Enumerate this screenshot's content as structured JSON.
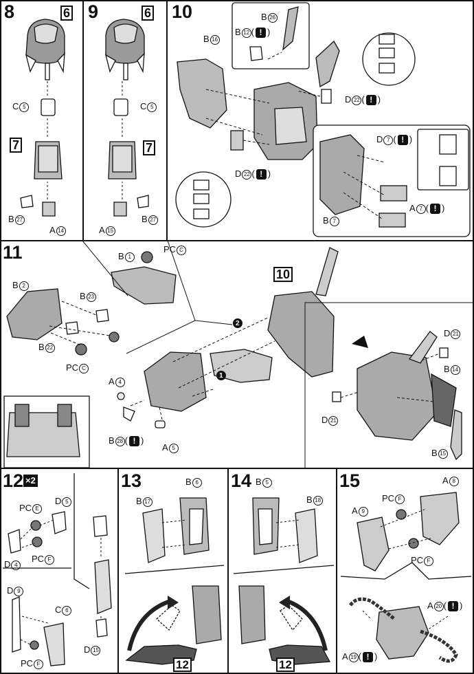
{
  "steps": {
    "s8": {
      "number": "8",
      "part6": "6",
      "part7": "7",
      "c5": "C",
      "c5n": "5",
      "b27": "B",
      "b27n": "27",
      "a14": "A",
      "a14n": "14"
    },
    "s9": {
      "number": "9",
      "part6": "6",
      "part7": "7",
      "c5": "C",
      "c5n": "5",
      "b27": "B",
      "b27n": "27",
      "a15": "A",
      "a15n": "15"
    },
    "s10": {
      "number": "10",
      "b16": "B",
      "b16n": "16",
      "b26": "B",
      "b26n": "26",
      "b12": "B",
      "b12n": "12",
      "d22a": "D",
      "d22an": "22",
      "d22b": "D",
      "d22bn": "22",
      "d7": "D",
      "d7n": "7",
      "a7": "A",
      "a7n": "7",
      "b7": "B",
      "b7n": "7"
    },
    "s11": {
      "number": "11",
      "b1": "B",
      "b1n": "1",
      "pcc1": "PC",
      "pcc1n": "C",
      "b2": "B",
      "b2n": "2",
      "b23": "B",
      "b23n": "23",
      "b22": "B",
      "b22n": "22",
      "pcc2": "PC",
      "pcc2n": "C",
      "ref10": "10",
      "a4": "A",
      "a4n": "4",
      "b28": "B",
      "b28n": "28",
      "a5": "A",
      "a5n": "5",
      "d21a": "D",
      "d21an": "21",
      "b14": "B",
      "b14n": "14",
      "d21b": "D",
      "d21bn": "21",
      "b15": "B",
      "b15n": "15",
      "order1": "1",
      "order2": "2"
    },
    "s12": {
      "number": "12",
      "multiplier": "×2",
      "pce": "PC",
      "pcen": "E",
      "d5": "D",
      "d5n": "5",
      "pcf1": "PC",
      "pcf1n": "F",
      "d4": "D",
      "d4n": "4",
      "d9": "D",
      "d9n": "9",
      "c6": "C",
      "c6n": "6",
      "pcf2": "PC",
      "pcf2n": "F",
      "d15": "D",
      "d15n": "15"
    },
    "s13": {
      "number": "13",
      "b6": "B",
      "b6n": "6",
      "b17": "B",
      "b17n": "17",
      "ref12": "12"
    },
    "s14": {
      "number": "14",
      "b5": "B",
      "b5n": "5",
      "b18": "B",
      "b18n": "18",
      "ref12": "12"
    },
    "s15": {
      "number": "15",
      "a8": "A",
      "a8n": "8",
      "pcf1": "PC",
      "pcf1n": "F",
      "a9": "A",
      "a9n": "9",
      "pcf2": "PC",
      "pcf2n": "F",
      "a20": "A",
      "a20n": "20",
      "a19": "A",
      "a19n": "19"
    }
  },
  "warning_glyph": "!",
  "icons": {
    "warning": "exclamation-warning-icon"
  }
}
